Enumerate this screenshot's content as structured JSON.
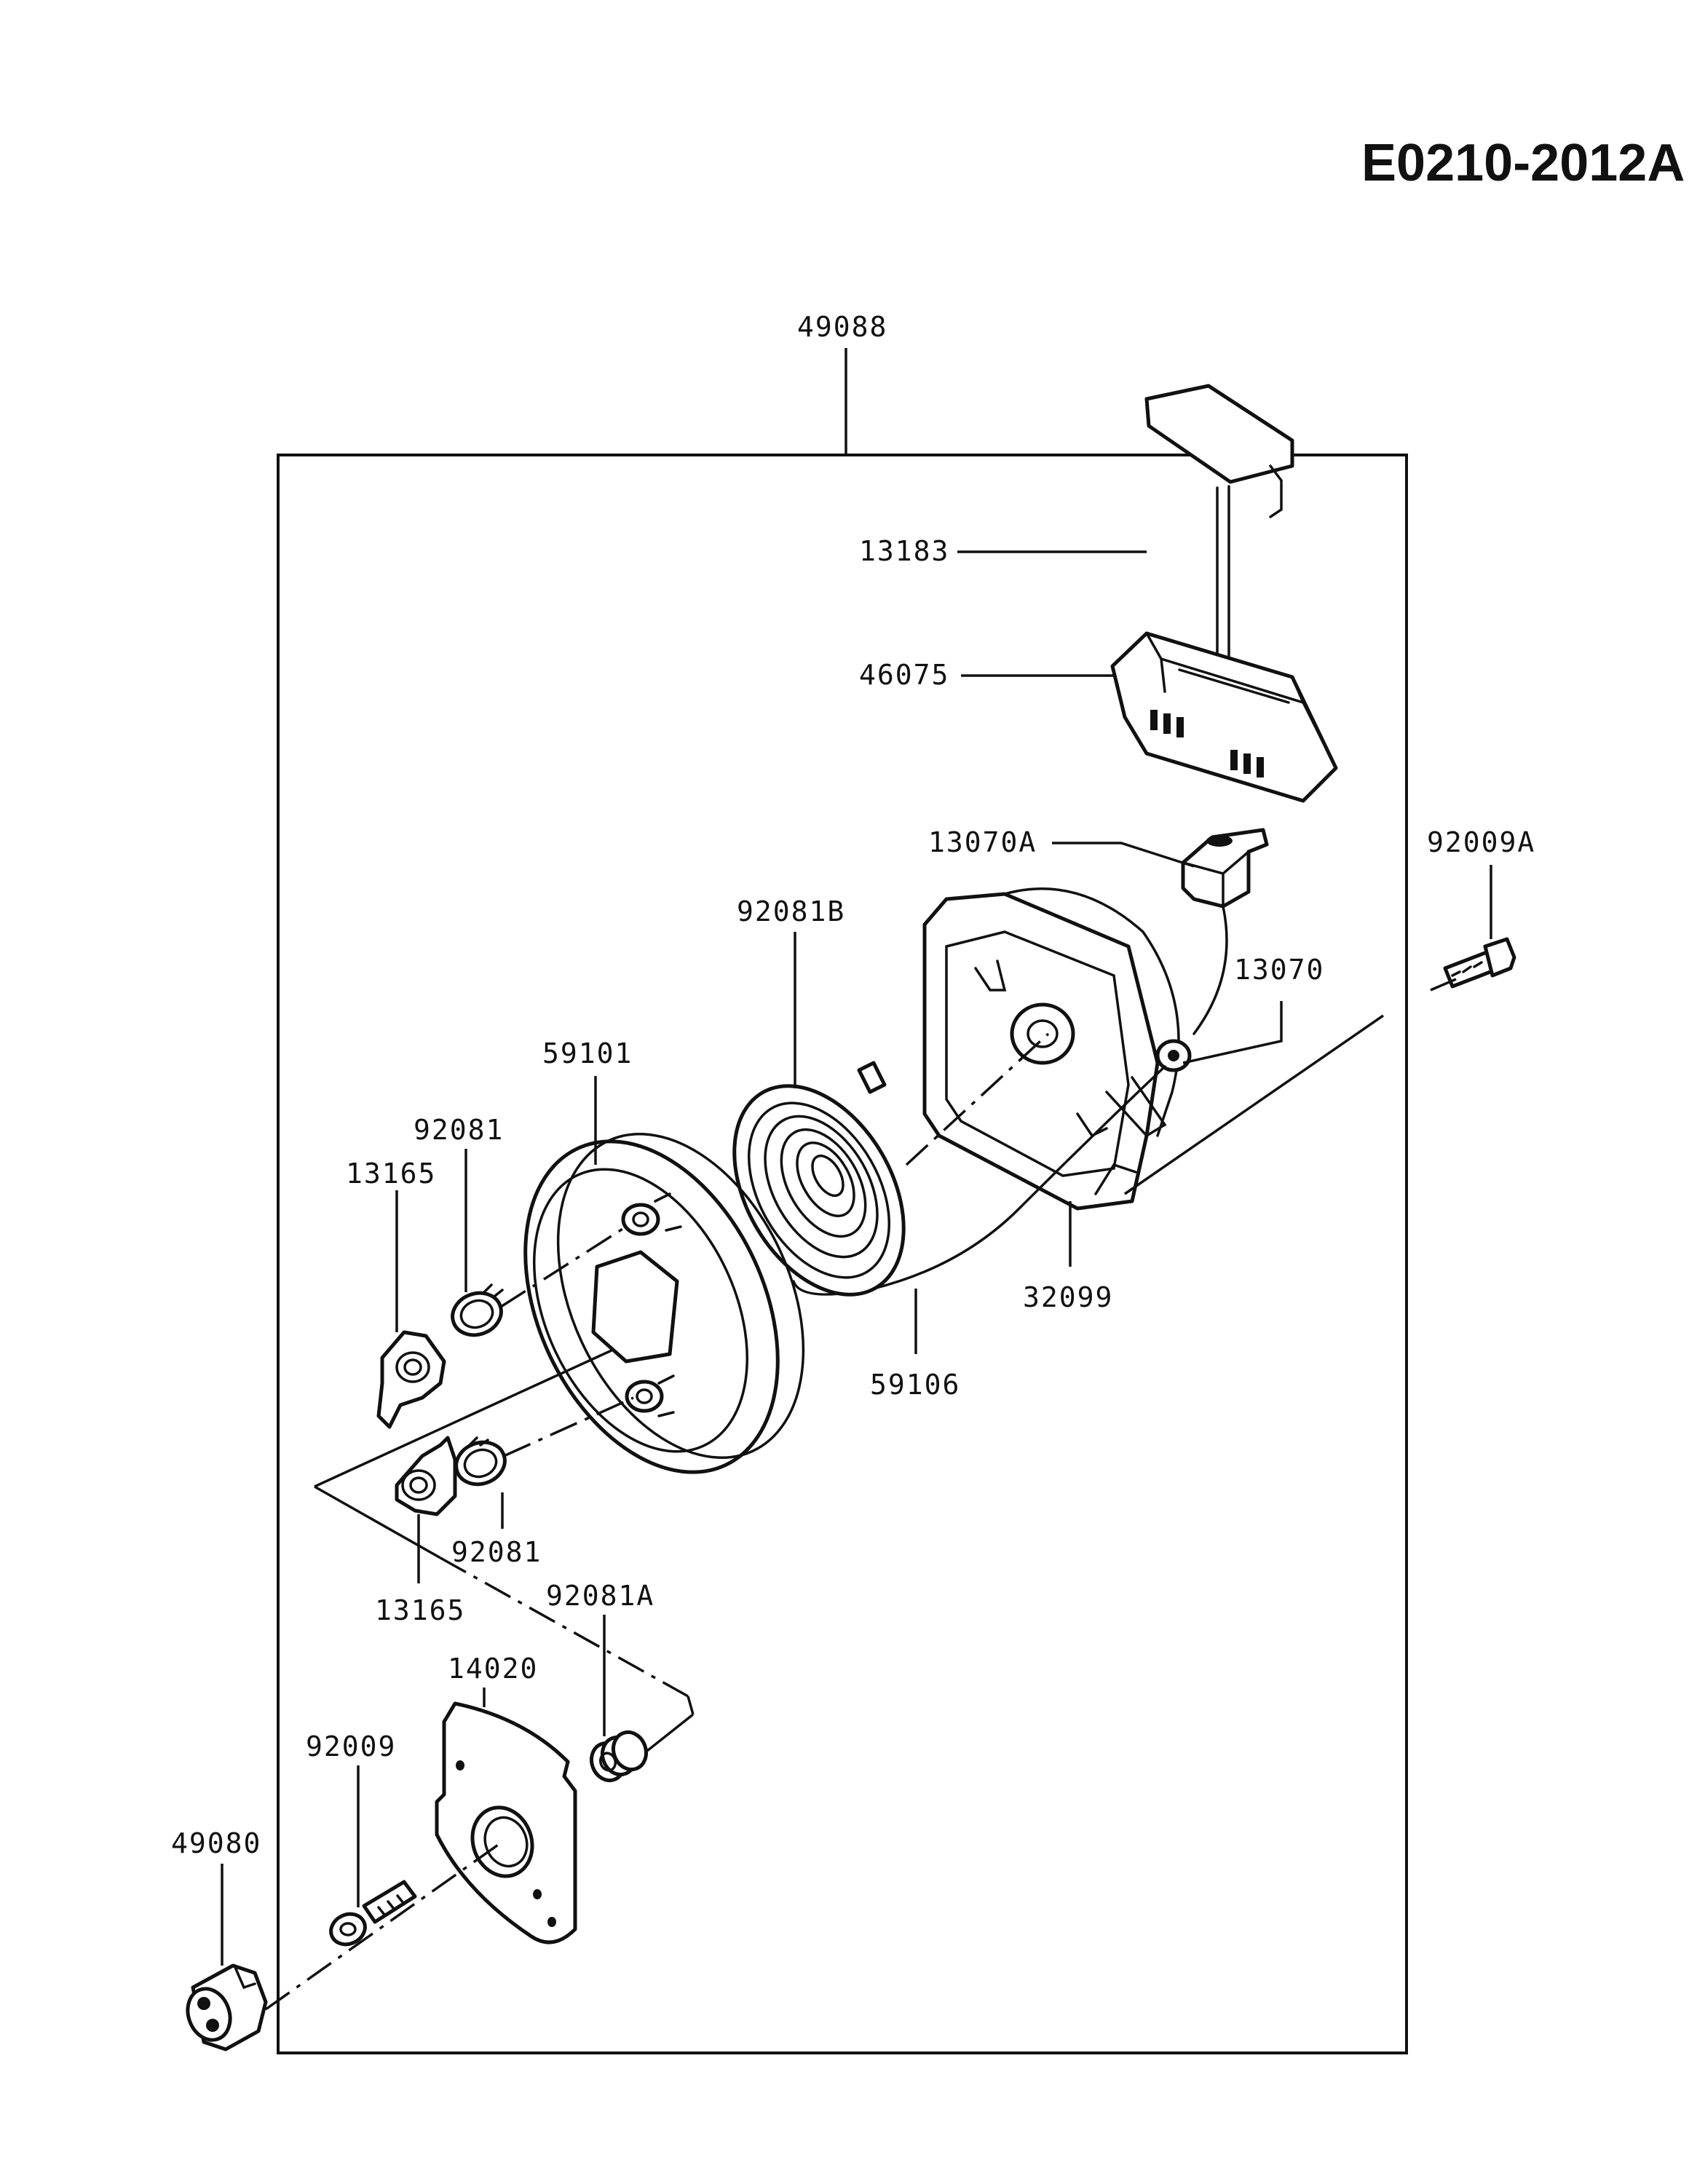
{
  "diagram_code": "E0210-2012A",
  "parts": {
    "assembly": "49088",
    "grip_insert": "13183",
    "handle": "46075",
    "rope_guide_a": "13070A",
    "bolt_a": "92009A",
    "rope_guide": "13070",
    "spiral_spring": "92081B",
    "reel": "59101",
    "pawl_spring_1": "92081",
    "pawl_1": "13165",
    "starter_case": "32099",
    "rope": "59106",
    "pawl_spring_2": "92081",
    "pawl_2": "13165",
    "spring_a": "92081A",
    "plate": "14020",
    "bolt": "92009",
    "pulley": "49080"
  }
}
